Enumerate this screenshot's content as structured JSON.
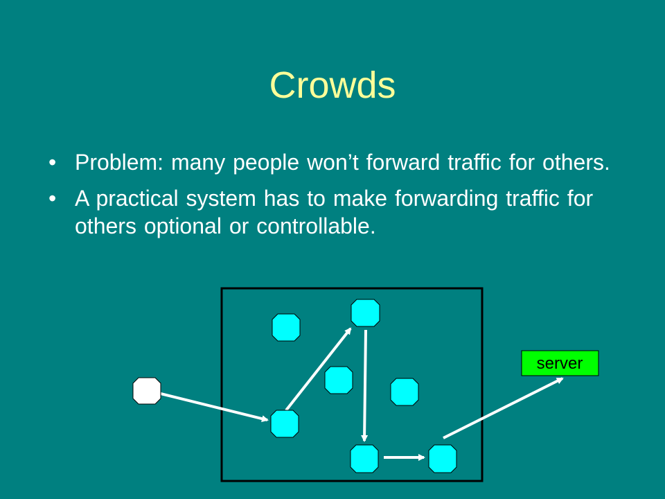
{
  "slide": {
    "title": "Crowds",
    "bullets": [
      "Problem: many people won’t forward traffic for others.",
      "A practical system has to make forwarding traffic for others optional or controllable."
    ]
  },
  "diagram": {
    "server_label": "server",
    "colors": {
      "background": "#008080",
      "title": "#ffff99",
      "node": "#00ffff",
      "sender_node": "#ffffff",
      "server_box": "#00ff00",
      "arrow": "#ffffff",
      "crowd_border": "#000000"
    }
  }
}
